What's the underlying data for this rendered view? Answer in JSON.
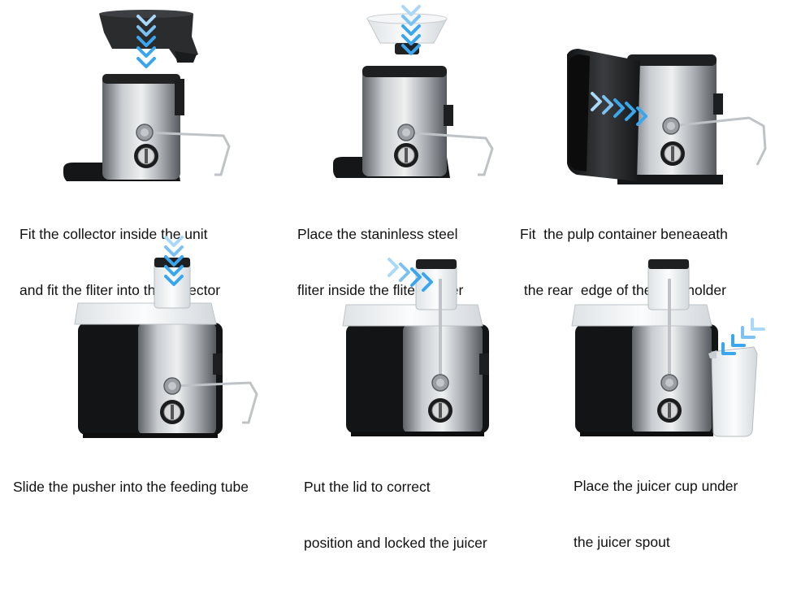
{
  "steps": [
    {
      "id": 1,
      "caption_lines": [
        "Fit the collector inside the unit",
        "and fit the fliter into the collector"
      ]
    },
    {
      "id": 2,
      "caption_lines": [
        "Place the staninless steel",
        "fliter inside the fliter holder"
      ]
    },
    {
      "id": 3,
      "caption_lines": [
        "Fit  the pulp container beneaeath",
        " the rear  edge of the filter holder"
      ]
    },
    {
      "id": 4,
      "caption_lines": [
        "Slide the pusher into the feeding tube"
      ]
    },
    {
      "id": 5,
      "caption_lines": [
        "Put the lid to correct",
        "position and locked the juicer"
      ]
    },
    {
      "id": 6,
      "caption_lines": [
        "Place the juicer cup under",
        "the juicer spout"
      ]
    }
  ],
  "colors": {
    "arrow": "#3aa6ee",
    "arrow_light": "#a9d8f8",
    "steel_dark": "#6f7378",
    "steel_light": "#e4e6e8",
    "plastic_black": "#1e1f21"
  }
}
